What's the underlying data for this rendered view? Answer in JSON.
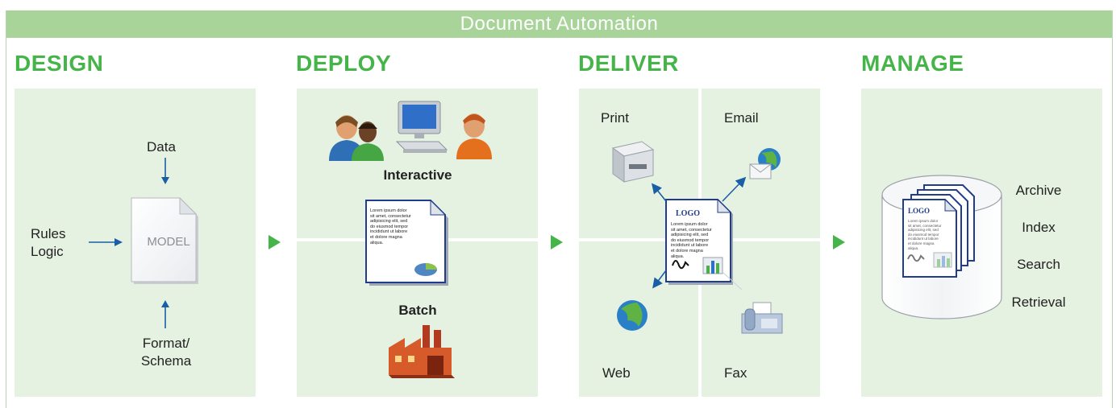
{
  "title": "Document Automation",
  "sections": {
    "design": {
      "heading": "DESIGN",
      "data_label": "Data",
      "rules_label_line1": "Rules",
      "rules_label_line2": "Logic",
      "model_label": "MODEL",
      "format_label_line1": "Format/",
      "format_label_line2": "Schema"
    },
    "deploy": {
      "heading": "DEPLOY",
      "interactive_label": "Interactive",
      "batch_label": "Batch",
      "doc_text_line1": "Lorem ipsum dolor",
      "doc_text_line2": "sit amet, consectetur",
      "doc_text_line3": "adipisicing elit, sed",
      "doc_text_line4": "do eiusmod tempor",
      "doc_text_line5": "incididunt ut labore",
      "doc_text_line6": "et dolore magna",
      "doc_text_line7": "aliqua."
    },
    "deliver": {
      "heading": "DELIVER",
      "print_label": "Print",
      "email_label": "Email",
      "web_label": "Web",
      "fax_label": "Fax",
      "logo_text": "LOGO"
    },
    "manage": {
      "heading": "MANAGE",
      "archive_label": "Archive",
      "index_label": "Index",
      "search_label": "Search",
      "retrieval_label": "Retrieval",
      "logo_text": "LOGO"
    }
  },
  "colors": {
    "title_bar": "#a8d49a",
    "heading_green": "#45b549",
    "panel_bg": "#e6f2e1",
    "arrow_blue": "#1a5fa6"
  }
}
